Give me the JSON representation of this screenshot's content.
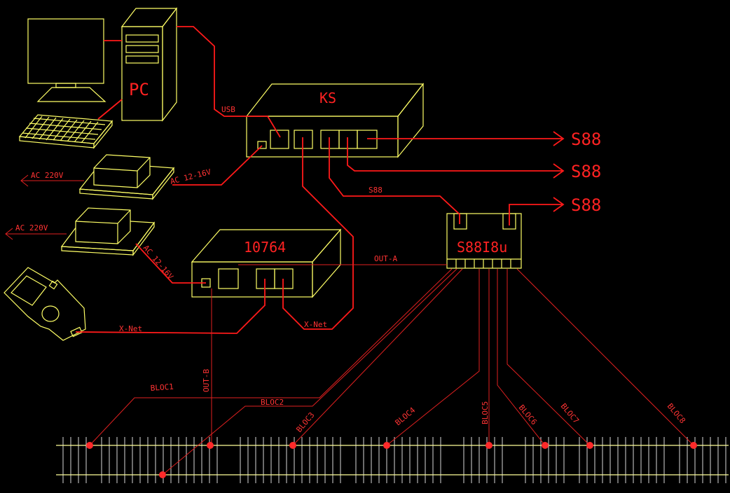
{
  "labels": {
    "pc": "PC",
    "ks": "KS",
    "booster": "10764",
    "s88_module": "S88I8u",
    "usb": "USB",
    "ac220_top": "AC 220V",
    "ac220_bottom": "AC 220V",
    "ac12_top": "AC 12-16V",
    "ac12_bottom": "AC 12-16V",
    "s88_bus": "S88",
    "s88_out_1": "S88",
    "s88_out_2": "S88",
    "s88_out_3": "S88",
    "out_a": "OUT-A",
    "out_b": "OUT-B",
    "xnet_left": "X-Net",
    "xnet_right": "X-Net",
    "bloc1": "BLOC1",
    "bloc2": "BLOC2",
    "bloc3": "BLOC3",
    "bloc4": "BLOC4",
    "bloc5": "BLOC5",
    "bloc6": "BLOC6",
    "bloc7": "BLOC7",
    "bloc8": "BLOC8"
  },
  "colors": {
    "background": "#000000",
    "device_outline": "#ffff66",
    "wiring": "#ff1a1a",
    "track_ties": "#ffffff"
  }
}
